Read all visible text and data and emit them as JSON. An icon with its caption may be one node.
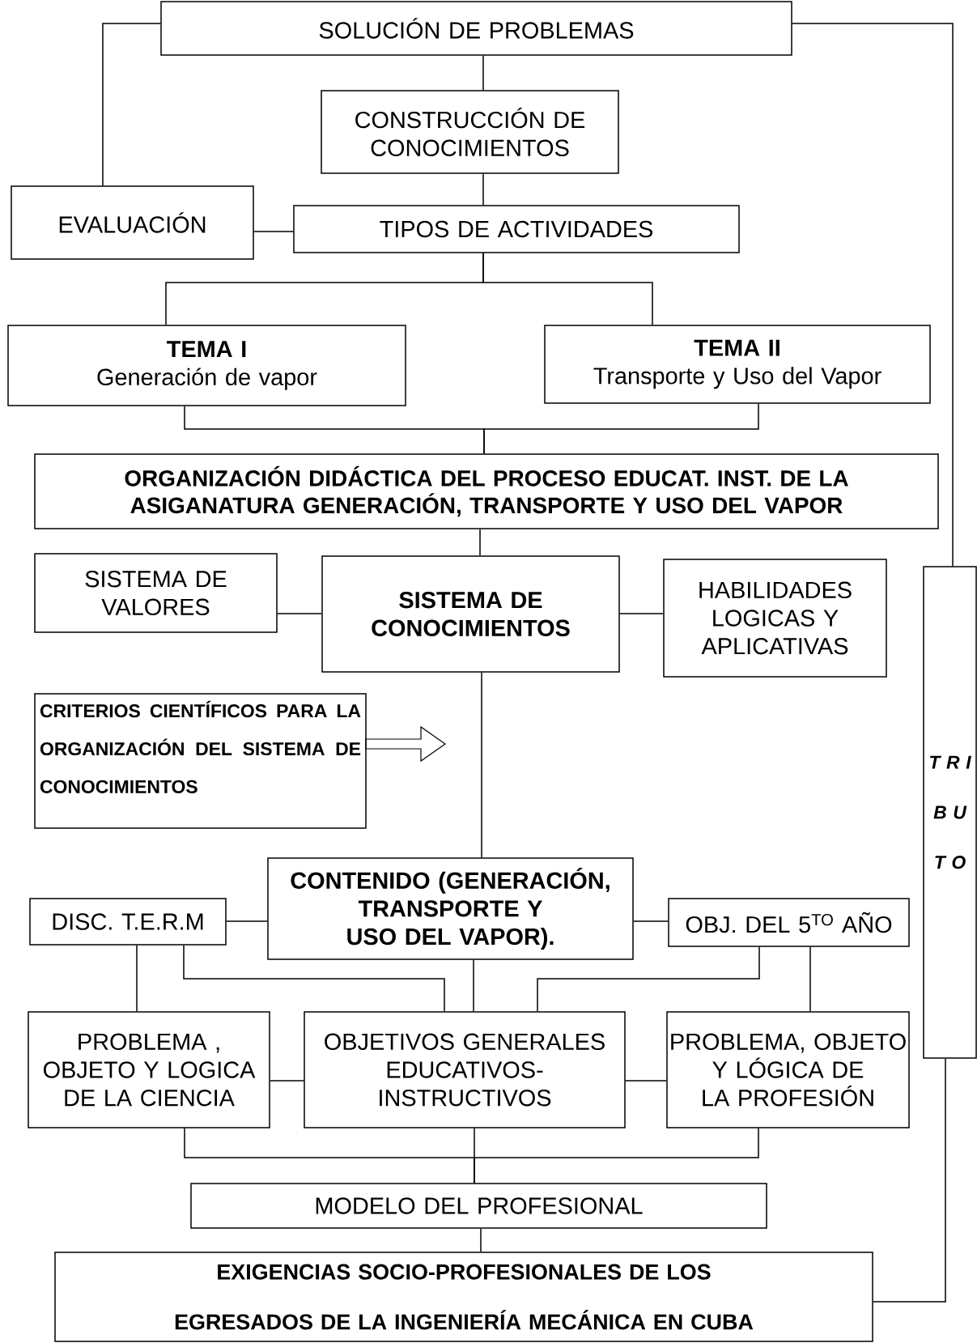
{
  "diagram": {
    "nodes": [
      {
        "text": [
          "SOLUCIÓN DE PROBLEMAS"
        ]
      },
      {
        "text": [
          "CONSTRUCCIÓN DE CONOCIMIENTOS"
        ]
      },
      {
        "text": [
          "EVALUACIÓN"
        ]
      },
      {
        "text": [
          "TIPOS DE ACTIVIDADES"
        ]
      },
      {
        "text": [
          "TEMA I",
          "Generación de vapor"
        ]
      },
      {
        "text": [
          "TEMA II",
          "Transporte y Uso del Vapor"
        ]
      },
      {
        "text": [
          "ORGANIZACIÓN DIDÁCTICA DEL PROCESO EDUCAT. INST. DE LA ASIGANATURA GENERACIÓN, TRANSPORTE Y USO DEL VAPOR"
        ]
      },
      {
        "text": [
          "SISTEMA DE VALORES"
        ]
      },
      {
        "text": [
          "SISTEMA DE CONOCIMIENTOS"
        ]
      },
      {
        "text": [
          "HABILIDADES LOGICAS Y APLICATIVAS"
        ]
      },
      {
        "text": [
          "CRITERIOS CIENTÍFICOS PARA LA ORGANIZACIÓN DEL SISTEMA DE CONOCIMIENTOS"
        ]
      },
      {
        "text": [
          "CONTENIDO (GENERACIÓN, TRANSPORTE Y USO DEL VAPOR)."
        ]
      },
      {
        "text": [
          "DISC. T.E.R.M"
        ]
      },
      {
        "text": [
          "OBJ. DEL 5$^{TO}$ AÑO"
        ]
      },
      {
        "text": [
          "PROBLEMA , OBJETO Y LOGICA DE LA CIENCIA"
        ]
      },
      {
        "text": [
          "OBJETIVOS GENERALES EDUCATIVOS- INSTRUCTIVOS"
        ]
      },
      {
        "text": [
          "PROBLEMA, OBJETO Y LÓGICA DE LA PROFESIÓN"
        ]
      },
      {
        "text": [
          "MODELO DEL PROFESIONAL"
        ]
      },
      {
        "text": [
          "EXIGENCIAS SOCIO-PROFESIONALES DE LOS EGRESADOS DE LA INGENIERÍA MECÁNICA EN CUBA"
        ]
      },
      {
        "text": [
          "T R I B U T O"
        ]
      }
    ],
    "edges": [
      {
        "from": 0,
        "to": 1,
        "arrow": "none"
      },
      {
        "from": 0,
        "to": 2,
        "arrow": "none"
      },
      {
        "from": 0,
        "to": 19,
        "arrow": "none"
      },
      {
        "from": 1,
        "to": 3,
        "arrow": "none"
      },
      {
        "from": 2,
        "to": 3,
        "arrow": "none"
      },
      {
        "from": 3,
        "to": 4,
        "arrow": "none"
      },
      {
        "from": 3,
        "to": 5,
        "arrow": "none"
      },
      {
        "from": 4,
        "to": 6,
        "arrow": "none"
      },
      {
        "from": 5,
        "to": 6,
        "arrow": "none"
      },
      {
        "from": 6,
        "to": 8,
        "arrow": "none"
      },
      {
        "from": 7,
        "to": 8,
        "arrow": "none"
      },
      {
        "from": 8,
        "to": 9,
        "arrow": "none"
      },
      {
        "from": 10,
        "to": null,
        "arrow": "to"
      },
      {
        "from": 8,
        "to": 11,
        "arrow": "none"
      },
      {
        "from": 12,
        "to": 11,
        "arrow": "none"
      },
      {
        "from": 11,
        "to": 13,
        "arrow": "none"
      },
      {
        "from": 12,
        "to": 14,
        "arrow": "none"
      },
      {
        "from": 12,
        "to": 15,
        "arrow": "none"
      },
      {
        "from": 11,
        "to": 15,
        "arrow": "none"
      },
      {
        "from": 13,
        "to": 15,
        "arrow": "none"
      },
      {
        "from": 13,
        "to": 16,
        "arrow": "none"
      },
      {
        "from": 14,
        "to": 15,
        "arrow": "none"
      },
      {
        "from": 15,
        "to": 16,
        "arrow": "none"
      },
      {
        "from": 14,
        "to": 17,
        "arrow": "none"
      },
      {
        "from": 15,
        "to": 17,
        "arrow": "none"
      },
      {
        "from": 16,
        "to": 17,
        "arrow": "none"
      },
      {
        "from": 17,
        "to": 18,
        "arrow": "none"
      },
      {
        "from": 19,
        "to": 18,
        "arrow": "none"
      }
    ]
  }
}
